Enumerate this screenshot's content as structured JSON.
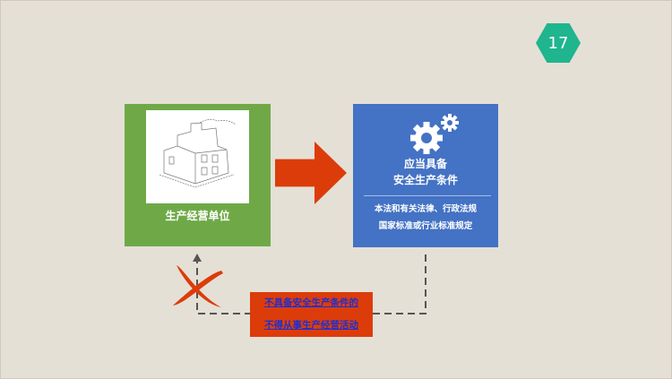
{
  "slide_number": "17",
  "left_box": {
    "label": "生产经营单位",
    "image": "factory-sketch"
  },
  "right_box": {
    "title_lines": [
      "应当具备",
      "安全生产条件"
    ],
    "sub_lines": [
      "本法和有关法律、行政法规",
      "国家标准或行业标准规定"
    ],
    "icon": "gears-icon"
  },
  "prohibition": {
    "lines": [
      "不具备安全生产条件的",
      "不得从事生产经营活动"
    ]
  },
  "colors": {
    "green": "#6fa947",
    "blue": "#4472c4",
    "red": "#dc3c0a",
    "teal": "#1fb58f"
  }
}
